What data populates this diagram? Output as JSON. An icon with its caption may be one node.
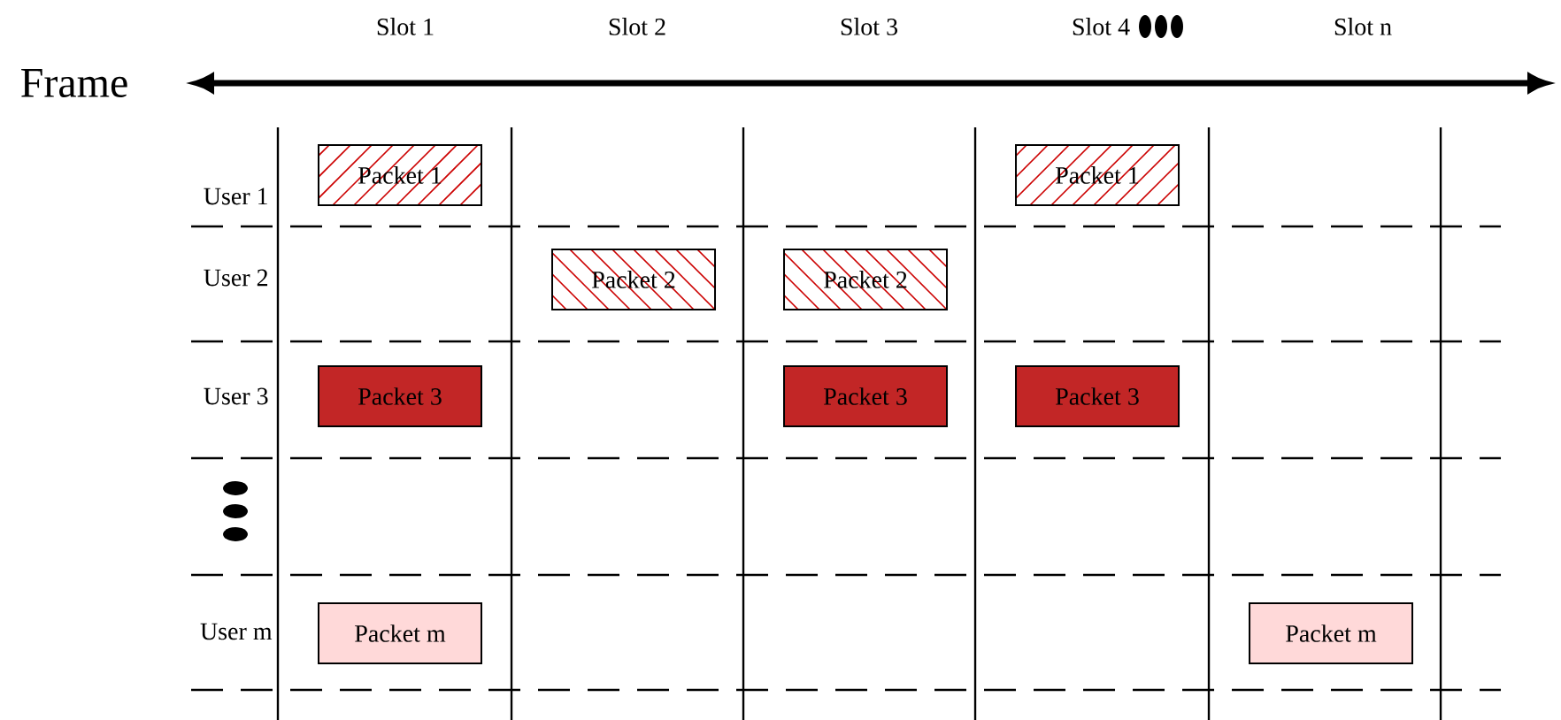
{
  "diagram": {
    "nodes": [
      {
        "text": [
          "Packet 1"
        ]
      },
      {
        "text": [
          "Packet 1"
        ]
      },
      {
        "text": [
          "Packet 2"
        ]
      },
      {
        "text": [
          "Packet 2"
        ]
      },
      {
        "text": [
          "Packet 3"
        ]
      },
      {
        "text": [
          "Packet 3"
        ]
      },
      {
        "text": [
          "Packet 3"
        ]
      },
      {
        "text": [
          "Packet m"
        ]
      },
      {
        "text": [
          "Packet m"
        ]
      }
    ],
    "labels": [
      "Slot 1",
      "Slot 2",
      "Slot 3",
      "Slot 4",
      "Slot n",
      "Frame",
      "User 1",
      "User 2",
      "User 3",
      "User m"
    ]
  }
}
